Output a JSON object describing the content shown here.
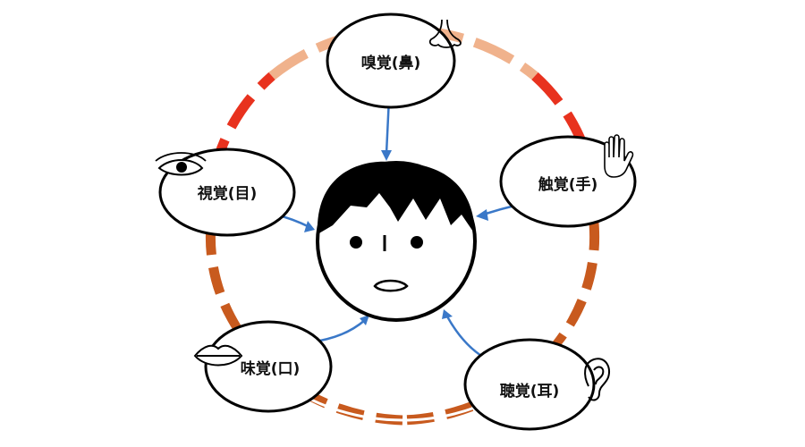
{
  "senses": {
    "smell": {
      "label": "嗅覚(鼻)",
      "icon": "nose-icon"
    },
    "touch": {
      "label": "触覚(手)",
      "icon": "hand-icon"
    },
    "sight": {
      "label": "視覚(目)",
      "icon": "eye-icon"
    },
    "taste": {
      "label": "味覚(口)",
      "icon": "lips-icon"
    },
    "hearing": {
      "label": "聴覚(耳)",
      "icon": "ear-icon"
    }
  },
  "colors": {
    "ring_red": "#e8321e",
    "ring_orange": "#c85a1e",
    "ring_peach": "#f0b28c",
    "arrow_blue": "#3a78c8",
    "outline": "#000000"
  }
}
